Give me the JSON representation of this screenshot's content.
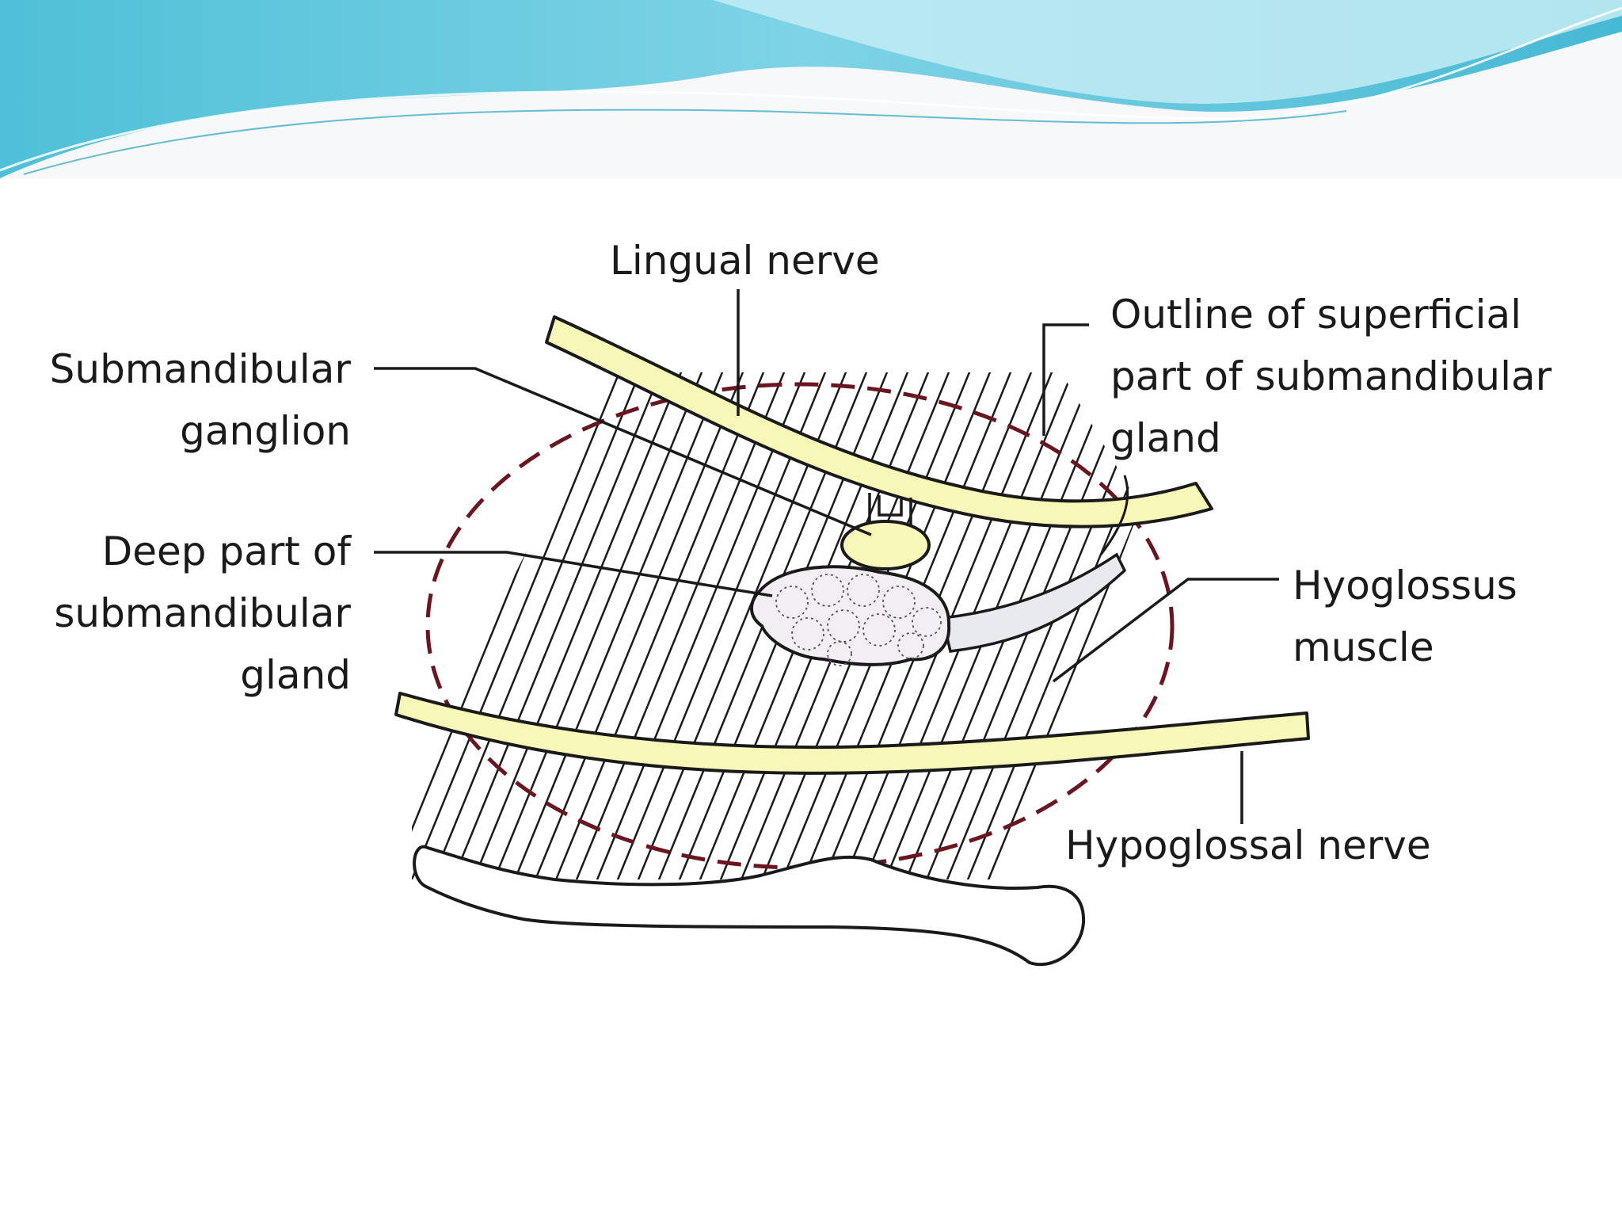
{
  "labels": {
    "lingual_nerve": "Lingual nerve",
    "submandibular_ganglion": [
      "Submandibular",
      "ganglion"
    ],
    "deep_part": [
      "Deep part of",
      "submandibular",
      "gland"
    ],
    "superficial_outline": [
      "Outline of superficial",
      "part of submandibular",
      "gland"
    ],
    "hyoglossus": [
      "Hyoglossus",
      "muscle"
    ],
    "hypoglossal_nerve": "Hypoglossal nerve"
  },
  "colors": {
    "nerve_fill": "#f7f7b8",
    "outline_dashed": "#6b1520",
    "gland_fill": "#f3eef4",
    "duct_fill": "#e9e9f0",
    "header_wave": "#5bc6dc",
    "header_wave_light": "#bfeaf2",
    "ink": "#1a1a1a"
  }
}
